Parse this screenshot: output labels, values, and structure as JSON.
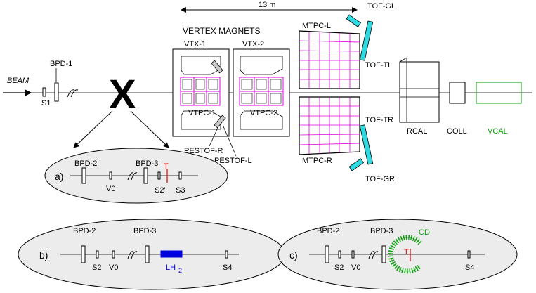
{
  "distance_label": "13 m",
  "beam_label": "BEAM",
  "vertex_magnets_title": "VERTEX MAGNETS",
  "vtx1": "VTX-1",
  "vtx2": "VTX-2",
  "vtpc1": "VTPC-1",
  "vtpc2": "VTPC-2",
  "pestof_r": "PESTOF-R",
  "pestof_l": "PESTOF-L",
  "mtpc_l": "MTPC-L",
  "mtpc_r": "MTPC-R",
  "tof_gl": "TOF-GL",
  "tof_tl": "TOF-TL",
  "tof_tr": "TOF-TR",
  "tof_gr": "TOF-GR",
  "rcal": "RCAL",
  "coll": "COLL",
  "vcal": "VCAL",
  "bpd1": "BPD-1",
  "s1": "S1",
  "target_marker": "X",
  "inset_a": {
    "tag": "a)",
    "bpd2": "BPD-2",
    "bpd3": "BPD-3",
    "v0": "V0",
    "s2p": "S2'",
    "s3": "S3",
    "t": "T"
  },
  "inset_b": {
    "tag": "b)",
    "bpd2": "BPD-2",
    "bpd3": "BPD-3",
    "s2": "S2",
    "v0": "V0",
    "lh": "LH",
    "lh_sub": "2",
    "s4": "S4"
  },
  "inset_c": {
    "tag": "c)",
    "bpd2": "BPD-2",
    "bpd3": "BPD-3",
    "s2": "S2",
    "v0": "V0",
    "cd": "CD",
    "t": "T",
    "s4": "S4"
  },
  "colors": {
    "tpc_grid": "#e000e0",
    "tof": "#30d8e0",
    "vcal": "#10a010",
    "target_red": "#e00000",
    "lh2": "#0000e0",
    "pestof": "#c8c8c8",
    "inset_fill": "#ececec"
  }
}
